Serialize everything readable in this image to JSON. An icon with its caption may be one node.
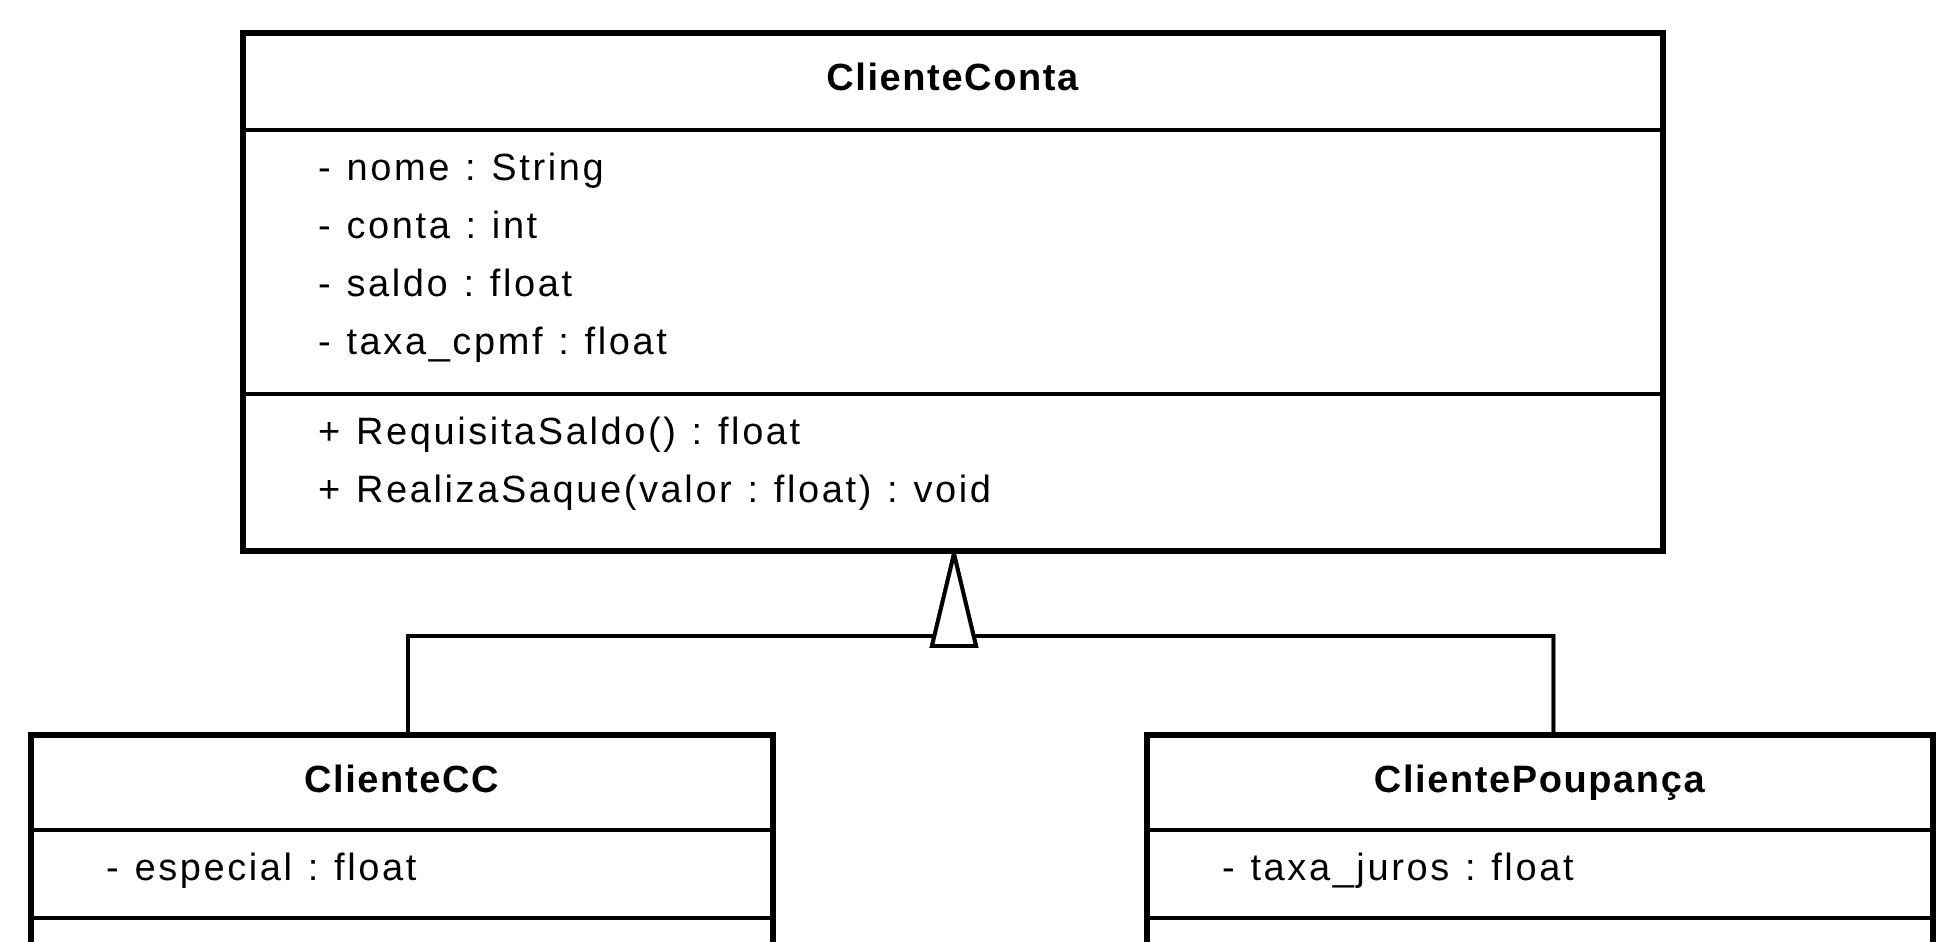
{
  "diagram": {
    "nodes": [
      {
        "text": [
          "ClienteConta",
          "- nome : String",
          "- conta : int",
          "- saldo : float",
          "- taxa_cpmf : float",
          "+ RequisitaSaldo() : float",
          "+ RealizaSaque(valor : float) : void"
        ]
      },
      {
        "text": [
          "ClienteCC",
          "- especial : float"
        ]
      },
      {
        "text": [
          "ClientePoupança",
          "- taxa_juros : float"
        ]
      }
    ],
    "edges": [
      {
        "from": 1,
        "to": 0,
        "arrow": "to"
      },
      {
        "from": 2,
        "to": 0,
        "arrow": "to"
      }
    ]
  }
}
